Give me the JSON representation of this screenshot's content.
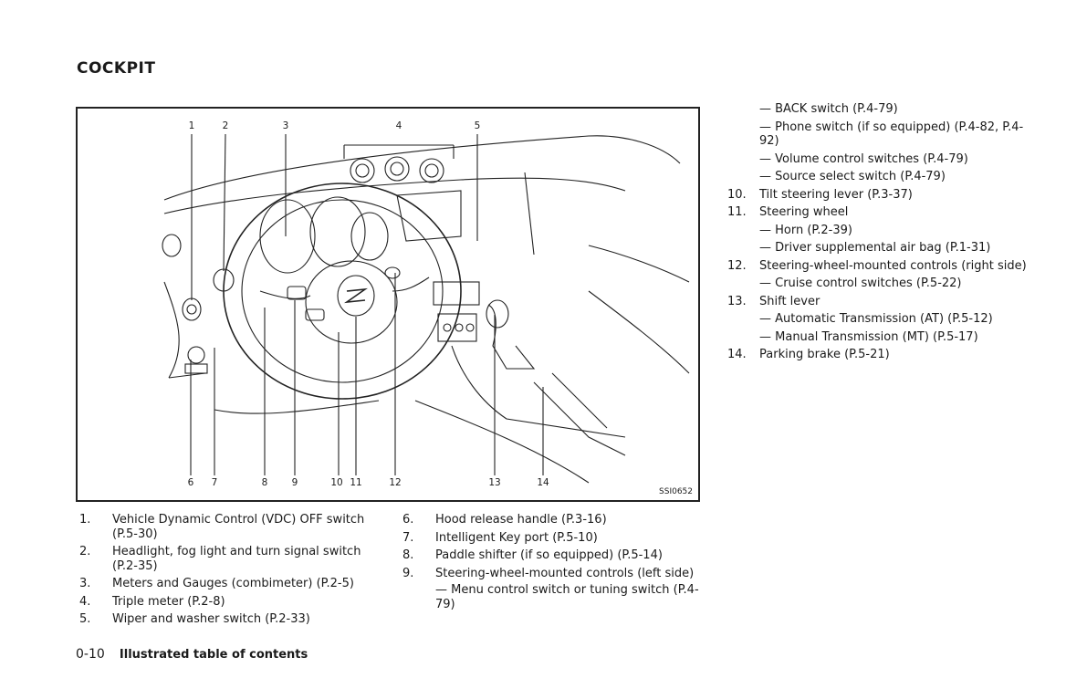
{
  "page": {
    "title": "COCKPIT",
    "figure_id": "SSI0652",
    "footer_page": "0-10",
    "footer_section": "Illustrated table of contents"
  },
  "callouts": [
    "1",
    "2",
    "3",
    "4",
    "5",
    "6",
    "7",
    "8",
    "9",
    "10",
    "11",
    "12",
    "13",
    "14"
  ],
  "left_list": [
    {
      "num": "1.",
      "text": "Vehicle Dynamic Control (VDC) OFF switch (P.5-30)"
    },
    {
      "num": "2.",
      "text": "Headlight, fog light and turn signal switch (P.2-35)"
    },
    {
      "num": "3.",
      "text": "Meters and Gauges (combimeter) (P.2-5)"
    },
    {
      "num": "4.",
      "text": "Triple meter (P.2-8)"
    },
    {
      "num": "5.",
      "text": "Wiper and washer switch (P.2-33)"
    }
  ],
  "mid_list": [
    {
      "num": "6.",
      "text": "Hood release handle (P.3-16)"
    },
    {
      "num": "7.",
      "text": "Intelligent Key port (P.5-10)"
    },
    {
      "num": "8.",
      "text": "Paddle shifter (if so equipped) (P.5-14)"
    },
    {
      "num": "9.",
      "text": "Steering-wheel-mounted controls (left side)",
      "sub": "— Menu control switch or tuning switch (P.4-79)"
    }
  ],
  "right_list": [
    {
      "num": "",
      "text": "— BACK switch (P.4-79)"
    },
    {
      "num": "",
      "text": "— Phone switch (if so equipped) (P.4-82, P.4-92)"
    },
    {
      "num": "",
      "text": "— Volume control switches (P.4-79)"
    },
    {
      "num": "",
      "text": "— Source select switch (P.4-79)"
    },
    {
      "num": "10.",
      "text": "Tilt steering lever (P.3-37)"
    },
    {
      "num": "11.",
      "text": "Steering wheel"
    },
    {
      "num": "",
      "text": "— Horn (P.2-39)"
    },
    {
      "num": "",
      "text": "— Driver supplemental air bag (P.1-31)"
    },
    {
      "num": "12.",
      "text": "Steering-wheel-mounted controls (right side)"
    },
    {
      "num": "",
      "text": "— Cruise control switches (P.5-22)"
    },
    {
      "num": "13.",
      "text": "Shift lever"
    },
    {
      "num": "",
      "text": "— Automatic Transmission (AT) (P.5-12)"
    },
    {
      "num": "",
      "text": "— Manual Transmission (MT) (P.5-17)"
    },
    {
      "num": "14.",
      "text": "Parking brake (P.5-21)"
    }
  ]
}
